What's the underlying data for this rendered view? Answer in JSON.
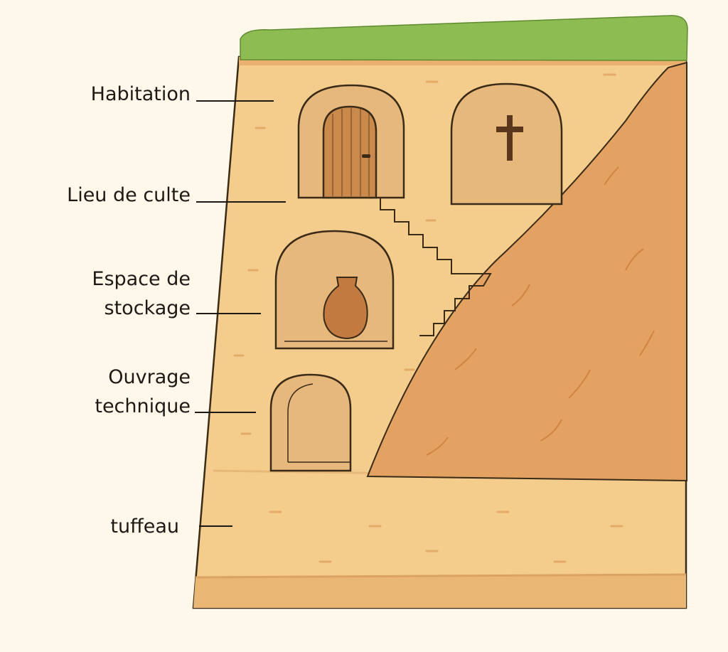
{
  "labels": {
    "habitation": "Habitation",
    "lieu_de_culte": "Lieu de culte",
    "espace_line1": "Espace de",
    "espace_line2": "stockage",
    "ouvrage_line1": "Ouvrage",
    "ouvrage_line2": "technique",
    "tuffeau": "tuffeau"
  },
  "colors": {
    "background": "#fdf8ea",
    "grass": "#8dbd52",
    "tuffeau": "#f4cd8c",
    "slope": "#e3a262",
    "niche": "#e7b87c",
    "outline": "#4a3520"
  }
}
